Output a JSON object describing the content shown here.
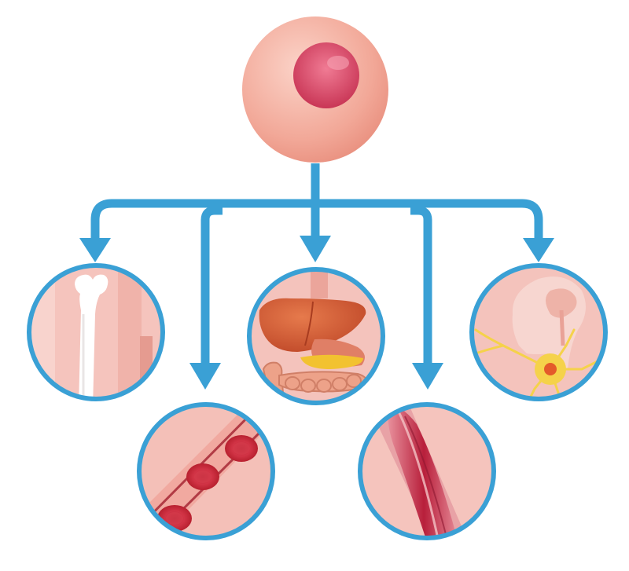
{
  "diagram": {
    "type": "stem-cell-differentiation",
    "root": {
      "name": "stem-cell",
      "label": ""
    },
    "children": [
      {
        "name": "bone-cell",
        "label": ""
      },
      {
        "name": "blood-cell",
        "label": ""
      },
      {
        "name": "digestive-organs",
        "label": ""
      },
      {
        "name": "muscle-cell",
        "label": ""
      },
      {
        "name": "nerve-cell",
        "label": ""
      }
    ]
  },
  "colors": {
    "arrow": "#3aa0d5",
    "ring": "#3aa0d5",
    "cell_body": "#f2aa9c",
    "nucleus": "#d6475f",
    "tissue_bg": "#f5c4bd",
    "blood": "#c72b3b",
    "muscle": "#c0324a",
    "liver": "#d05a33",
    "bile": "#f2c230",
    "neuron": "#f5d24a"
  }
}
